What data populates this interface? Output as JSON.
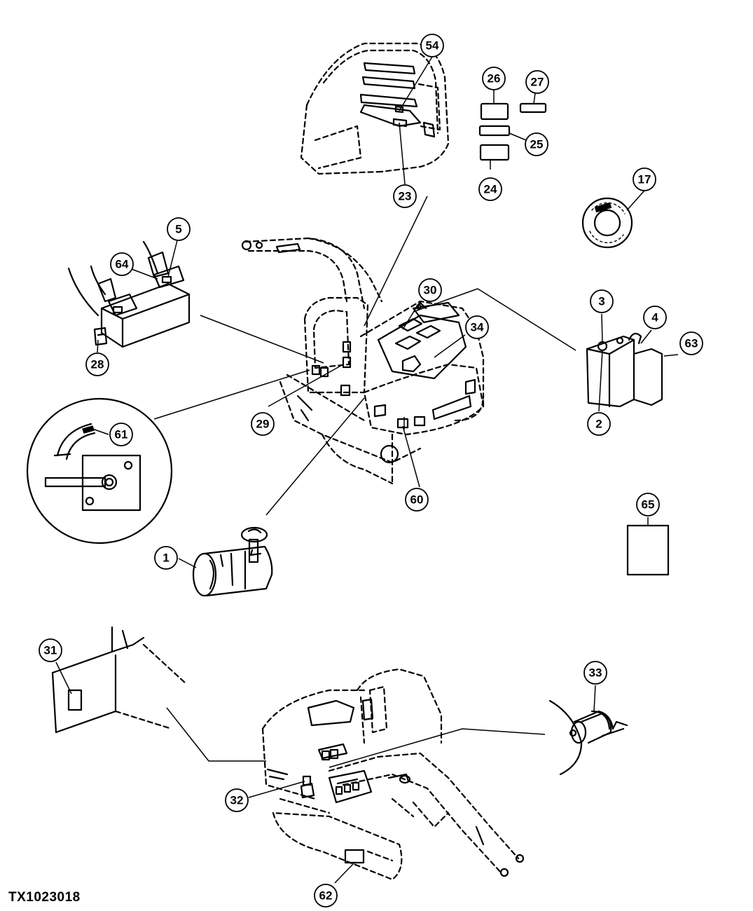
{
  "figure_id": "TX1023018",
  "callouts": [
    {
      "id": "c54",
      "label": "54"
    },
    {
      "id": "c23",
      "label": "23"
    },
    {
      "id": "c26",
      "label": "26"
    },
    {
      "id": "c27",
      "label": "27"
    },
    {
      "id": "c25",
      "label": "25"
    },
    {
      "id": "c24",
      "label": "24"
    },
    {
      "id": "c17",
      "label": "17"
    },
    {
      "id": "c5",
      "label": "5"
    },
    {
      "id": "c64",
      "label": "64"
    },
    {
      "id": "c28",
      "label": "28"
    },
    {
      "id": "c30",
      "label": "30"
    },
    {
      "id": "c34",
      "label": "34"
    },
    {
      "id": "c29",
      "label": "29"
    },
    {
      "id": "c60",
      "label": "60"
    },
    {
      "id": "c61",
      "label": "61"
    },
    {
      "id": "c3",
      "label": "3"
    },
    {
      "id": "c4",
      "label": "4"
    },
    {
      "id": "c63",
      "label": "63"
    },
    {
      "id": "c2",
      "label": "2"
    },
    {
      "id": "c65",
      "label": "65"
    },
    {
      "id": "c1",
      "label": "1"
    },
    {
      "id": "c31",
      "label": "31"
    },
    {
      "id": "c33",
      "label": "33"
    },
    {
      "id": "c32",
      "label": "32"
    },
    {
      "id": "c62",
      "label": "62"
    }
  ]
}
